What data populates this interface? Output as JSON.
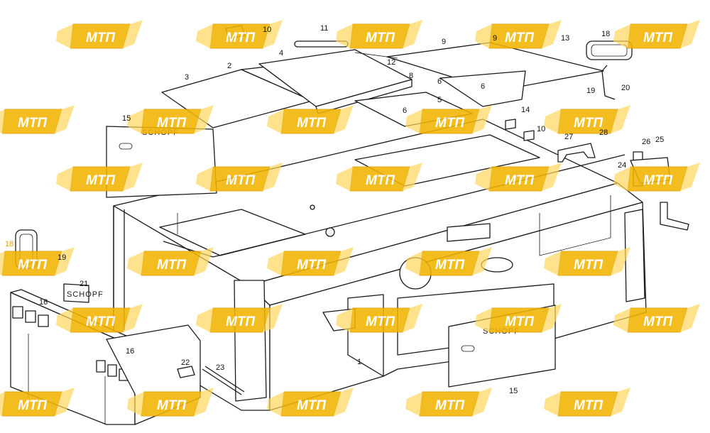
{
  "watermark": {
    "text": "МТП",
    "color": "#f2b400"
  },
  "brand_text": "SCHOPF",
  "highlight_color": "#e8a317",
  "callouts": [
    "1",
    "2",
    "3",
    "4",
    "5",
    "6",
    "6",
    "6",
    "8",
    "9",
    "9",
    "10",
    "10",
    "11",
    "12",
    "13",
    "14",
    "15",
    "15",
    "16",
    "16",
    "18",
    "18",
    "19",
    "19",
    "20",
    "21",
    "22",
    "23",
    "24",
    "25",
    "26",
    "27",
    "28"
  ]
}
